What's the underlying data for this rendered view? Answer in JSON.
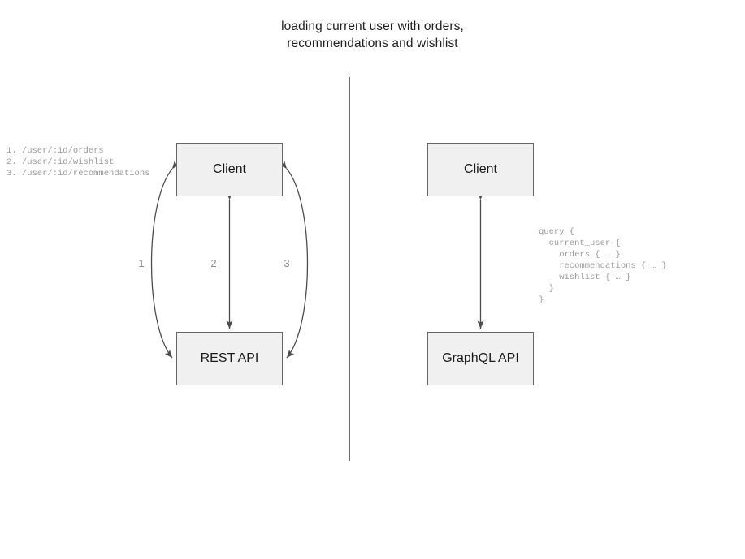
{
  "title": "loading current user with orders,\nrecommendations and wishlist",
  "divider": {
    "label": "panel-divider"
  },
  "rest_panel": {
    "client_label": "Client",
    "api_label": "REST API",
    "endpoint_list": "1. /user/:id/orders\n2. /user/:id/wishlist\n3. /user/:id/recommendations",
    "arrow_labels": [
      "1",
      "2",
      "3"
    ]
  },
  "graphql_panel": {
    "client_label": "Client",
    "api_label": "GraphQL API",
    "query": "query {\n  current_user {\n    orders { … }\n    recommendations { … }\n    wishlist { … }\n  }\n}"
  },
  "colors": {
    "box_fill": "#f0f0f0",
    "box_border": "#666666",
    "arrow_stroke": "#4d4d4d",
    "divider": "#6e6e6e",
    "code_text": "#9a9a9a",
    "title_text": "#202020"
  }
}
